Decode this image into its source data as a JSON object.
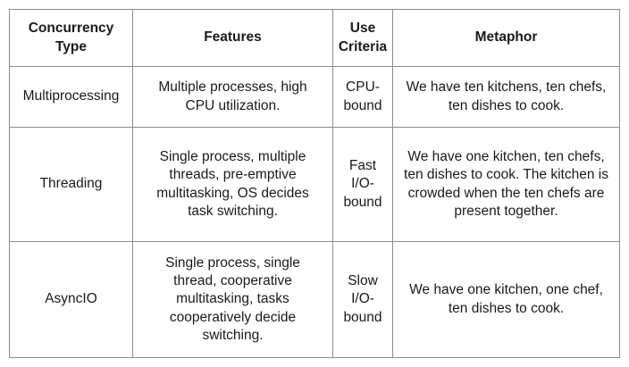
{
  "table": {
    "headers": [
      "Concurrency Type",
      "Features",
      "Use Criteria",
      "Metaphor"
    ],
    "rows": [
      {
        "type": "Multiprocessing",
        "features": "Multiple processes, high CPU utilization.",
        "use_criteria": "CPU-bound",
        "metaphor": "We have ten kitchens, ten chefs, ten dishes to cook."
      },
      {
        "type": "Threading",
        "features": "Single process, multiple threads, pre-emptive multitasking, OS decides task switching.",
        "use_criteria": "Fast I/O-bound",
        "metaphor": "We have one kitchen, ten chefs, ten dishes to cook. The kitchen is crowded when the ten chefs are present together."
      },
      {
        "type": "AsyncIO",
        "features": "Single process, single thread, cooperative multitasking, tasks cooperatively decide switching.",
        "use_criteria": "Slow I/O-bound",
        "metaphor": "We have one kitchen, one chef, ten dishes to cook."
      }
    ]
  }
}
